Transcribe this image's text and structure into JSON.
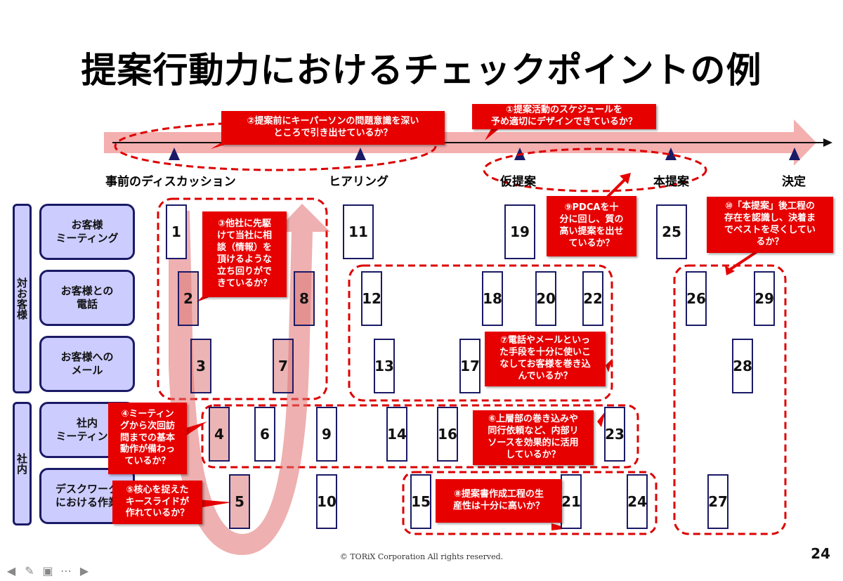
{
  "title": "提案行動力におけるチェックポイントの例",
  "phases": [
    {
      "label": "事前のディスカッション"
    },
    {
      "label": "ヒアリング"
    },
    {
      "label": "仮提案"
    },
    {
      "label": "本提案"
    },
    {
      "label": "決定"
    }
  ],
  "groups": [
    {
      "label": "対お客様"
    },
    {
      "label": "社内"
    }
  ],
  "rows": [
    {
      "label": "お客様\nミーティング"
    },
    {
      "label": "お客様との\n電話"
    },
    {
      "label": "お客様への\nメール"
    },
    {
      "label": "社内\nミーティング"
    },
    {
      "label": "デスクワーク\nにおける作業"
    }
  ],
  "cells": [
    {
      "n": "1"
    },
    {
      "n": "2"
    },
    {
      "n": "3"
    },
    {
      "n": "4"
    },
    {
      "n": "5"
    },
    {
      "n": "6"
    },
    {
      "n": "7"
    },
    {
      "n": "8"
    },
    {
      "n": "9"
    },
    {
      "n": "10"
    },
    {
      "n": "11"
    },
    {
      "n": "12"
    },
    {
      "n": "13"
    },
    {
      "n": "14"
    },
    {
      "n": "15"
    },
    {
      "n": "16"
    },
    {
      "n": "17"
    },
    {
      "n": "18"
    },
    {
      "n": "19"
    },
    {
      "n": "20"
    },
    {
      "n": "21"
    },
    {
      "n": "22"
    },
    {
      "n": "23"
    },
    {
      "n": "24"
    },
    {
      "n": "25"
    },
    {
      "n": "26"
    },
    {
      "n": "27"
    },
    {
      "n": "28"
    },
    {
      "n": "29"
    }
  ],
  "callouts": {
    "c1": "①提案活動のスケジュールを\n予め適切にデザインできているか？",
    "c2": "②提案前にキーパーソンの問題意識を深い\nところで引き出せているか？",
    "c3": "③他社に先駆\nけて当社に相\n談（情報）を\n頂けるような\n立ち回りがで\nきているか？",
    "c4": "④ミーティン\nグから次回訪\n問までの基本\n動作が備わっ\nているか？",
    "c5": "⑤核心を捉えた\nキースライドが\n作れているか？",
    "c6": "⑥上層部の巻き込みや\n同行依頼など、内部リ\nソースを効果的に活用\nしているか？",
    "c7": "⑦電話やメールといっ\nた手段を十分に使いこ\nなしてお客様を巻き込\nんでいるか？",
    "c8": "⑧提案書作成工程の生\n産性は十分に高いか？",
    "c9": "⑨PDCAを十\n分に回し、質の\n高い提案を出せ\nているか？",
    "c10": "⑩「本提案」後工程の\n存在を認識し、決着ま\nでベストを尽くしてい\nるか？"
  },
  "footer": {
    "copyright": "© TORiX Corporation All rights reserved.",
    "page": "24"
  },
  "nav_icons": [
    "arrow-left-icon",
    "pen-icon",
    "slides-icon",
    "more-icon",
    "arrow-right-icon"
  ],
  "colors": {
    "accent_red": "#e60000",
    "label_fill": "#ccccff",
    "navy": "#1a1a66",
    "timeline_band": "#f3a6a6"
  }
}
